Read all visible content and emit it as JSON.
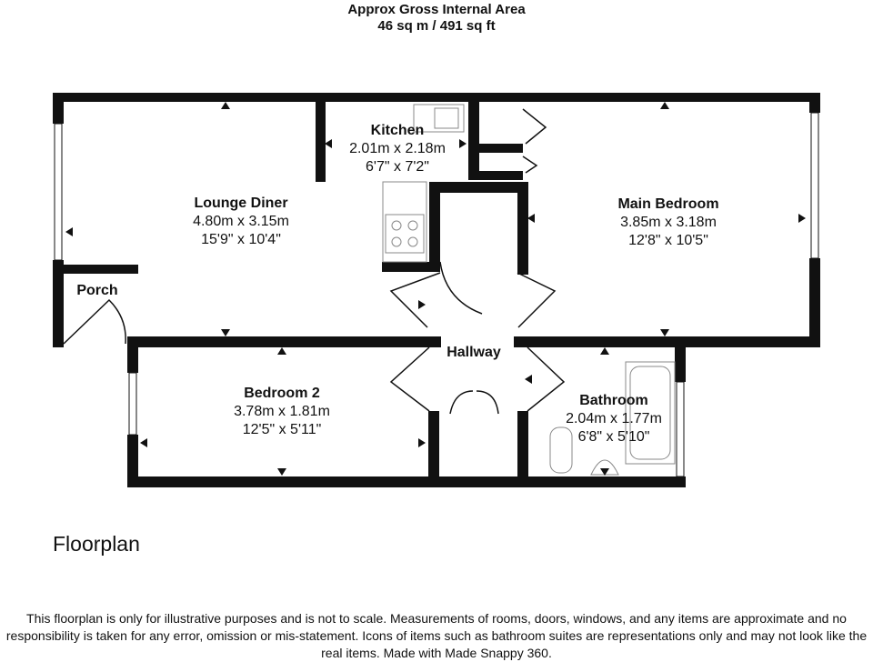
{
  "header": {
    "title": "Approx Gross Internal Area",
    "area": "46 sq m / 491 sq ft"
  },
  "rooms": {
    "lounge": {
      "name": "Lounge Diner",
      "metric": "4.80m x 3.15m",
      "imperial": "15'9\" x 10'4\""
    },
    "kitchen": {
      "name": "Kitchen",
      "metric": "2.01m x 2.18m",
      "imperial": "6'7\" x 7'2\""
    },
    "main_bedroom": {
      "name": "Main Bedroom",
      "metric": "3.85m x 3.18m",
      "imperial": "12'8\" x 10'5\""
    },
    "porch": {
      "name": "Porch"
    },
    "hallway": {
      "name": "Hallway"
    },
    "bedroom2": {
      "name": "Bedroom 2",
      "metric": "3.78m x 1.81m",
      "imperial": "12'5\" x 5'11\""
    },
    "bathroom": {
      "name": "Bathroom",
      "metric": "2.04m x 1.77m",
      "imperial": "6'8\" x 5'10\""
    }
  },
  "footer": {
    "floorplan_label": "Floorplan",
    "disclaimer": "This floorplan is only for illustrative purposes and is not to scale. Measurements of rooms, doors, windows, and any items are approximate and no responsibility is taken for any error, omission or mis-statement. Icons of items such as bathroom suites are representations only and may not look like the real items. Made with Made Snappy 360."
  },
  "colors": {
    "wall": "#111111",
    "fixture": "#888888",
    "background": "#ffffff"
  }
}
